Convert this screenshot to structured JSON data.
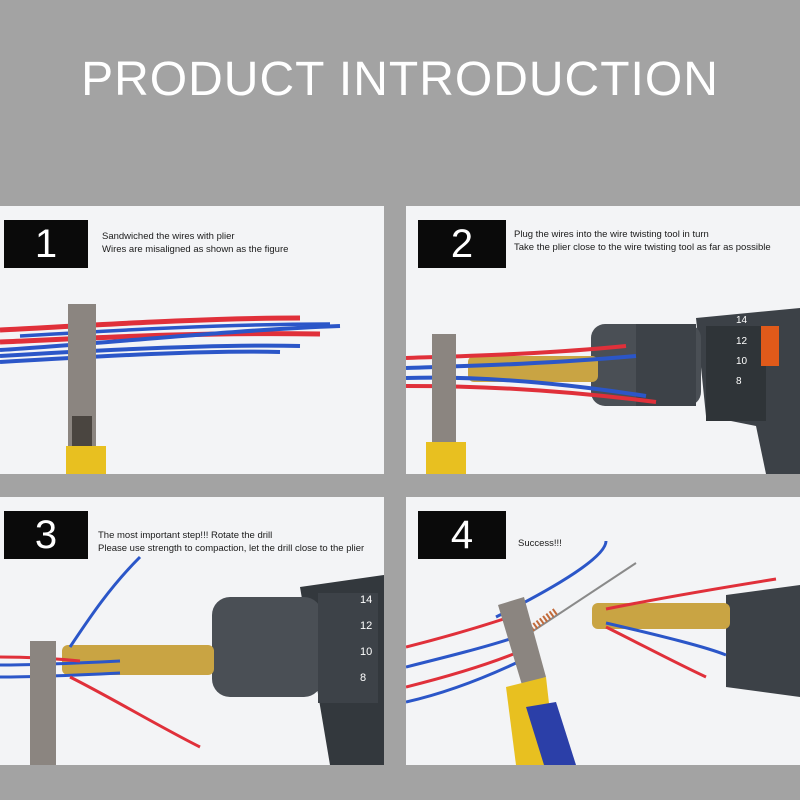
{
  "title": "PRODUCT INTRODUCTION",
  "steps": [
    {
      "number": "1",
      "lines": [
        "Sandwiched the wires with plier",
        "Wires are misaligned as shown as the figure"
      ]
    },
    {
      "number": "2",
      "lines": [
        "Plug the wires into the wire twisting tool in turn",
        "Take the plier close to the wire twisting tool as far as possible"
      ]
    },
    {
      "number": "3",
      "lines": [
        "The most important step!!! Rotate the drill",
        "Please use strength to compaction, let the drill close to the plier"
      ]
    },
    {
      "number": "4",
      "lines": [
        "Success!!!"
      ]
    }
  ],
  "chuck_marks": [
    "14",
    "12",
    "10",
    "8"
  ],
  "colors": {
    "background": "#a3a3a3",
    "red_wire": "#e0303a",
    "blue_wire": "#2b56c8",
    "drill": "#3c4147"
  }
}
